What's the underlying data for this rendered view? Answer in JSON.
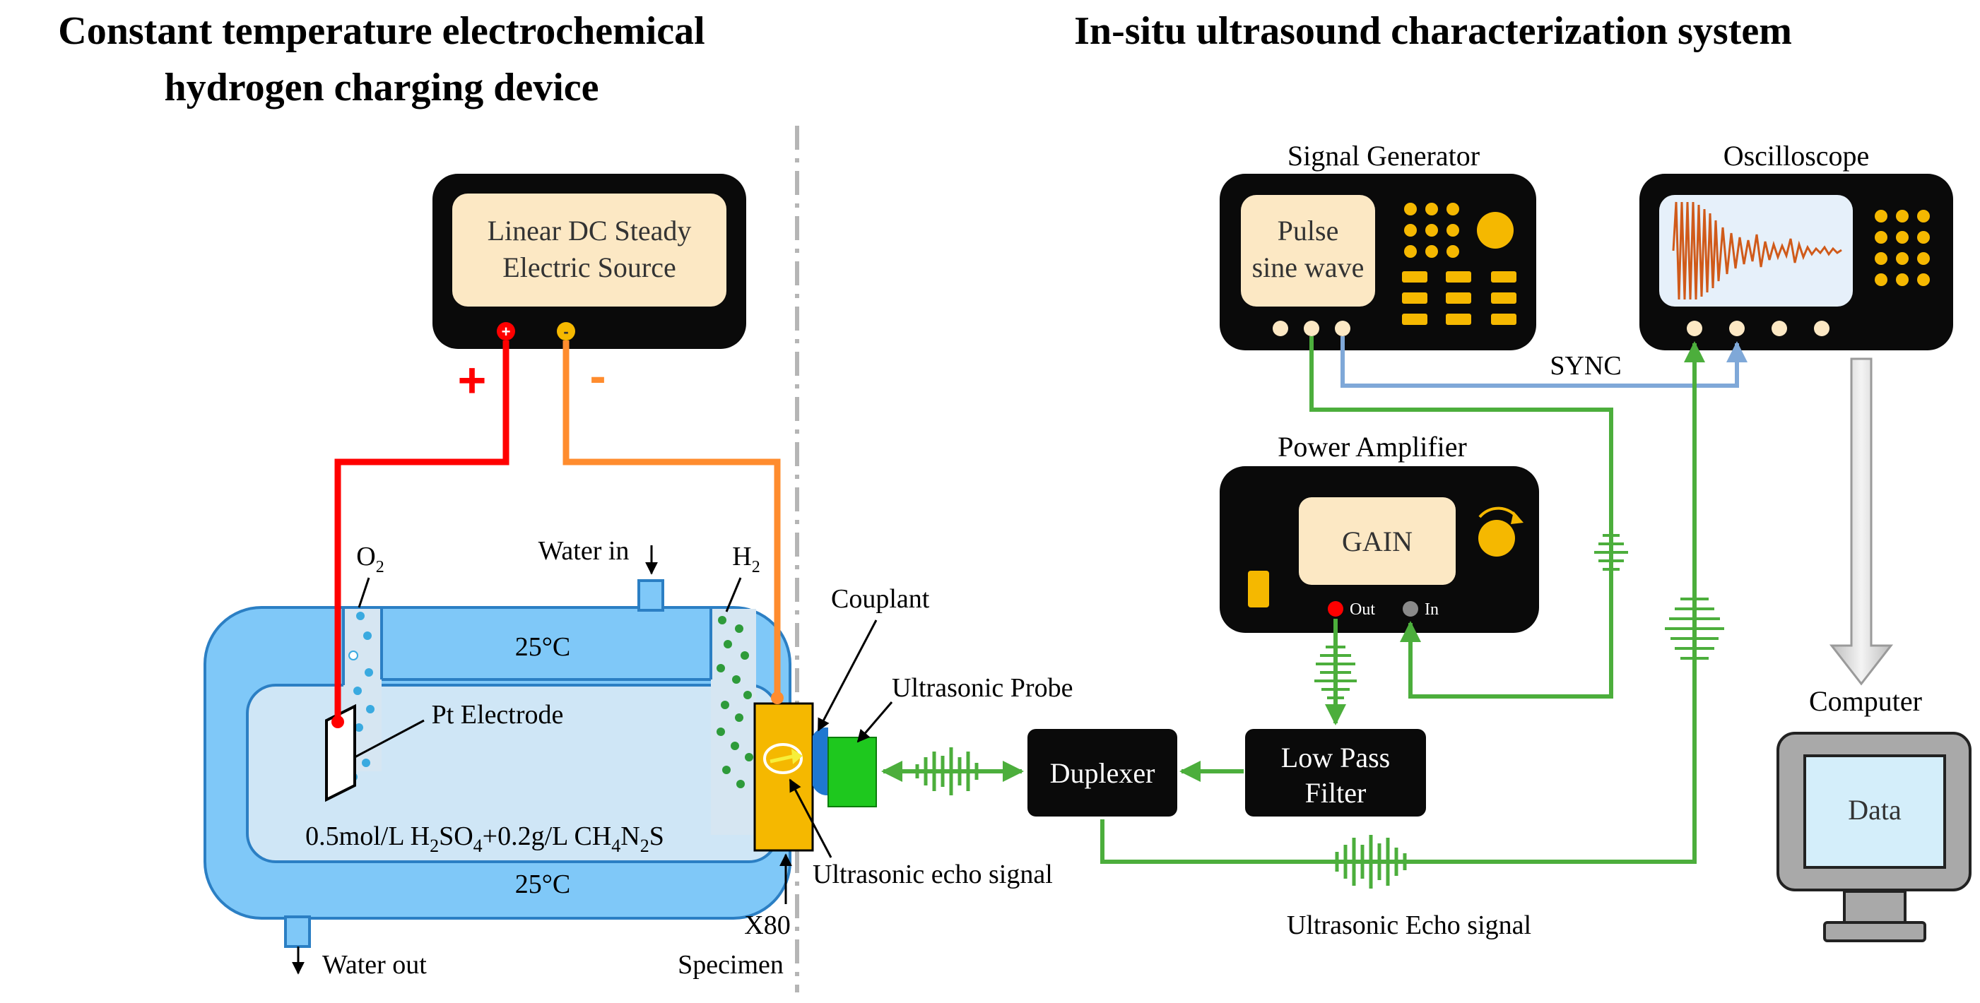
{
  "titles": {
    "left_line1": "Constant temperature electrochemical",
    "left_line2": "hydrogen charging device",
    "right": "In-situ ultrasound characterization system"
  },
  "dc_source": {
    "line1": "Linear DC Steady",
    "line2": "Electric Source",
    "plus_terminal": "+",
    "minus_terminal": "-",
    "plus_sign": "+",
    "minus_sign": "-"
  },
  "cell": {
    "o2_main": "O",
    "o2_sub": "2",
    "h2_main": "H",
    "h2_sub": "2",
    "water_in": "Water in",
    "water_out": "Water out",
    "temp_top": "25°C",
    "temp_bottom": "25°C",
    "pt_electrode": "Pt Electrode",
    "solution": {
      "p1": "0.5mol/L H",
      "s1": "2",
      "p2": "SO",
      "s2": "4",
      "p3": "+0.2g/L CH",
      "s3": "4",
      "p4": "N",
      "s4": "2",
      "p5": "S"
    },
    "specimen_line1": "X80",
    "specimen_line2": "Specimen"
  },
  "labels": {
    "couplant": "Couplant",
    "ultrasonic_probe": "Ultrasonic Probe",
    "echo_small": "Ultrasonic echo signal",
    "echo_main": "Ultrasonic Echo signal",
    "sync": "SYNC"
  },
  "signal_generator": {
    "title": "Signal Generator",
    "line1": "Pulse",
    "line2": "sine wave"
  },
  "oscilloscope": {
    "title": "Oscilloscope"
  },
  "power_amplifier": {
    "title": "Power Amplifier",
    "gain": "GAIN",
    "out": "Out",
    "in": "In"
  },
  "boxes": {
    "duplexer": "Duplexer",
    "lpf_line1": "Low Pass",
    "lpf_line2": "Filter"
  },
  "computer": {
    "title": "Computer",
    "screen": "Data"
  },
  "colors": {
    "positive_wire": "#ff0000",
    "negative_wire": "#ff8c2e",
    "signal_wire": "#4cae3c",
    "sync_wire": "#7fa8d8",
    "water": "#7fc8f8",
    "solution": "#cfe6f6",
    "display": "#fce8c4",
    "device_body": "#0a0a0a",
    "button": "#f5b800",
    "specimen": "#f5b800",
    "probe": "#1ec81e"
  },
  "icons": [
    "plus-terminal-icon",
    "minus-terminal-icon",
    "knob-icon",
    "wave-burst-icon",
    "down-arrow-icon",
    "data-arrow-icon"
  ]
}
